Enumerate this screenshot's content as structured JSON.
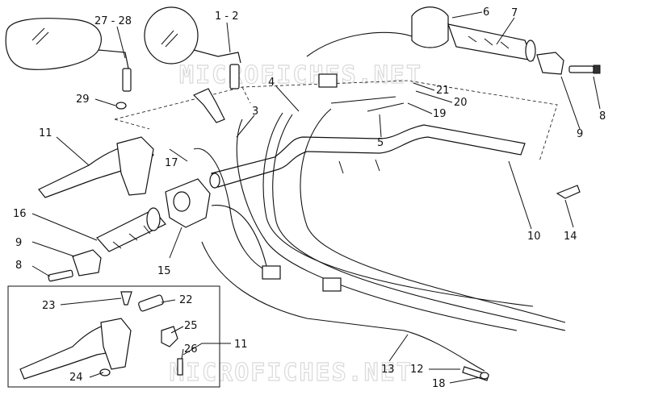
{
  "watermark": "MICROFICHES.NET",
  "callouts": [
    {
      "id": "c-27-28",
      "text": "27 - 28"
    },
    {
      "id": "c-1-2",
      "text": "1 - 2"
    },
    {
      "id": "c-6",
      "text": "6"
    },
    {
      "id": "c-7",
      "text": "7"
    },
    {
      "id": "c-29",
      "text": "29"
    },
    {
      "id": "c-4",
      "text": "4"
    },
    {
      "id": "c-21",
      "text": "21"
    },
    {
      "id": "c-20",
      "text": "20"
    },
    {
      "id": "c-19",
      "text": "19"
    },
    {
      "id": "c-8a",
      "text": "8"
    },
    {
      "id": "c-9a",
      "text": "9"
    },
    {
      "id": "c-3",
      "text": "3"
    },
    {
      "id": "c-5",
      "text": "5"
    },
    {
      "id": "c-11a",
      "text": "11"
    },
    {
      "id": "c-17",
      "text": "17"
    },
    {
      "id": "c-16",
      "text": "16"
    },
    {
      "id": "c-10",
      "text": "10"
    },
    {
      "id": "c-14",
      "text": "14"
    },
    {
      "id": "c-9b",
      "text": "9"
    },
    {
      "id": "c-8b",
      "text": "8"
    },
    {
      "id": "c-15",
      "text": "15"
    },
    {
      "id": "c-23",
      "text": "23"
    },
    {
      "id": "c-22",
      "text": "22"
    },
    {
      "id": "c-25",
      "text": "25"
    },
    {
      "id": "c-11b",
      "text": "11"
    },
    {
      "id": "c-26",
      "text": "26"
    },
    {
      "id": "c-24",
      "text": "24"
    },
    {
      "id": "c-13",
      "text": "13"
    },
    {
      "id": "c-12",
      "text": "12"
    },
    {
      "id": "c-18",
      "text": "18"
    }
  ]
}
